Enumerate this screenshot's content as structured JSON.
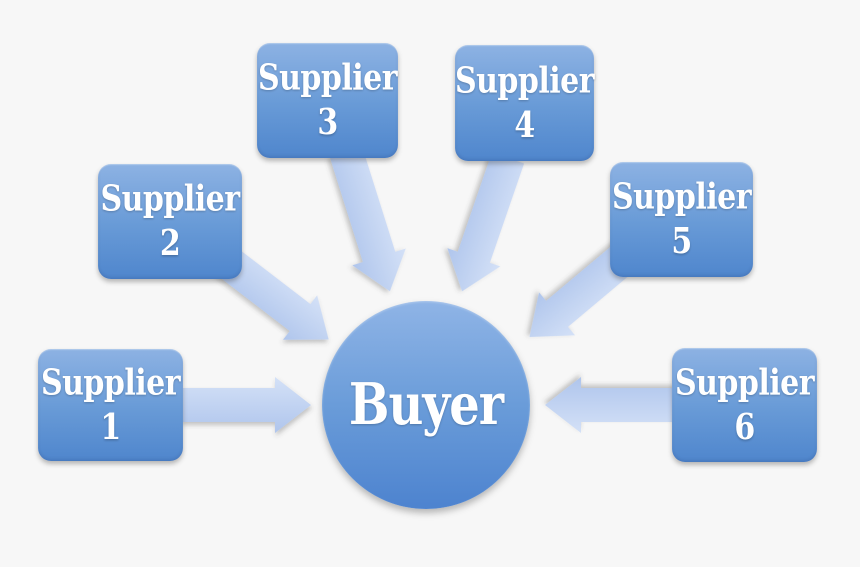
{
  "buyer": {
    "label": "Buyer"
  },
  "suppliers": [
    {
      "line1": "Supplier",
      "line2": "1"
    },
    {
      "line1": "Supplier",
      "line2": "2"
    },
    {
      "line1": "Supplier",
      "line2": "3"
    },
    {
      "line1": "Supplier",
      "line2": "4"
    },
    {
      "line1": "Supplier",
      "line2": "5"
    },
    {
      "line1": "Supplier",
      "line2": "6"
    }
  ],
  "arrows": [
    {
      "from": "Supplier 1",
      "to": "Buyer"
    },
    {
      "from": "Supplier 2",
      "to": "Buyer"
    },
    {
      "from": "Supplier 3",
      "to": "Buyer"
    },
    {
      "from": "Supplier 4",
      "to": "Buyer"
    },
    {
      "from": "Supplier 5",
      "to": "Buyer"
    },
    {
      "from": "Supplier 6",
      "to": "Buyer"
    }
  ],
  "colors": {
    "background": "#f7f7f7",
    "node_gradient_top": "#8db2e3",
    "node_gradient_bottom": "#4f86cd",
    "circle_gradient_top": "#8fb4e6",
    "circle_gradient_bottom": "#4d83cf",
    "arrow_light": "#ceddf6",
    "arrow_dark": "#b3c8ee",
    "text": "#ffffff"
  }
}
